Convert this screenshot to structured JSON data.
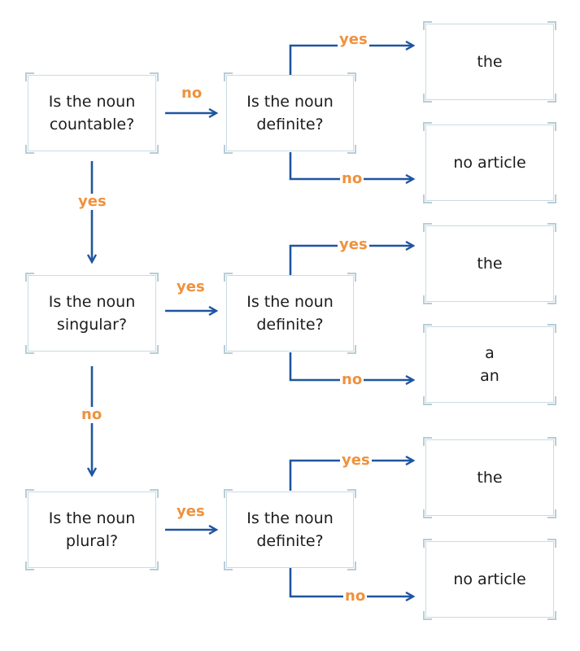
{
  "questions": {
    "countable": [
      "Is the noun",
      "countable?"
    ],
    "singular": [
      "Is the noun",
      "singular?"
    ],
    "plural": [
      "Is the noun",
      "plural?"
    ],
    "definite_1": [
      "Is the noun",
      "definite?"
    ],
    "definite_2": [
      "Is the noun",
      "definite?"
    ],
    "definite_3": [
      "Is the noun",
      "definite?"
    ]
  },
  "answers": {
    "a1": [
      "the"
    ],
    "a2": [
      "no article"
    ],
    "a3": [
      "the"
    ],
    "a4": [
      "a",
      "an"
    ],
    "a5": [
      "the"
    ],
    "a6": [
      "no article"
    ]
  },
  "labels": {
    "countable_no": "no",
    "countable_yes": "yes",
    "singular_yes": "yes",
    "singular_no": "no",
    "plural_yes": "yes",
    "def1_yes": "yes",
    "def1_no": "no",
    "def2_yes": "yes",
    "def2_no": "no",
    "def3_yes": "yes",
    "def3_no": "no"
  },
  "colors": {
    "arrow": "#1f55a0",
    "label": "#f0913d",
    "border": "#c9dbe3"
  }
}
